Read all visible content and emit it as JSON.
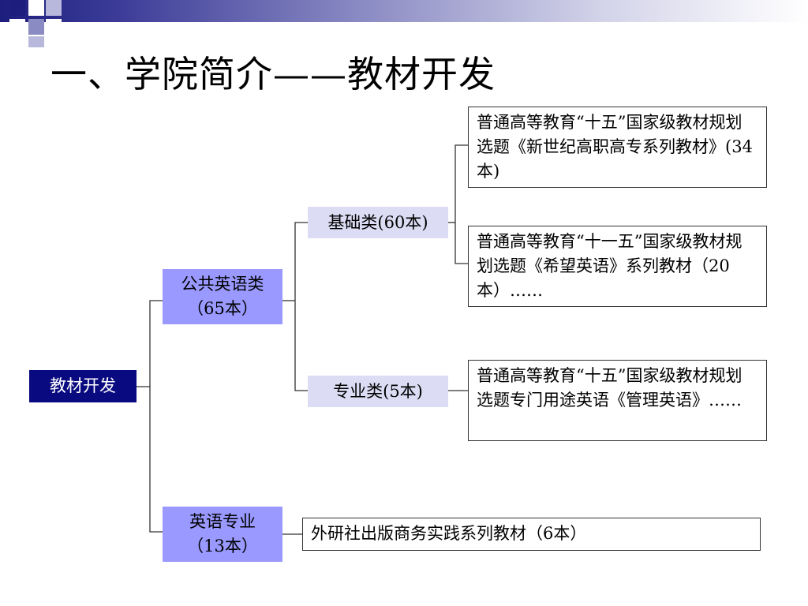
{
  "title": "一、学院简介——教材开发",
  "colors": {
    "root": "#0a0a80",
    "mid": "#9999ff",
    "category": "#dcdcf4",
    "header_dark": "#1d1d7e"
  },
  "root": {
    "label": "教材开发"
  },
  "branches": {
    "public_english": {
      "line1": "公共英语类",
      "line2": "（65本）"
    },
    "english_major": {
      "line1": "英语专业",
      "line2": "（13本）"
    }
  },
  "categories": {
    "basic": "基础类(60本)",
    "professional": "专业类(5本)"
  },
  "leaves": {
    "basic_1": "普通高等教育“十五”国家级教材规划选题《新世纪高职高专系列教材》(34本)",
    "basic_2": "普通高等教育“十一五”国家级教材规划选题《希望英语》系列教材（20本）……",
    "professional_1": "普通高等教育“十五”国家级教材规划选题专门用途英语《管理英语》……",
    "major_1": "外研社出版商务实践系列教材（6本）"
  }
}
